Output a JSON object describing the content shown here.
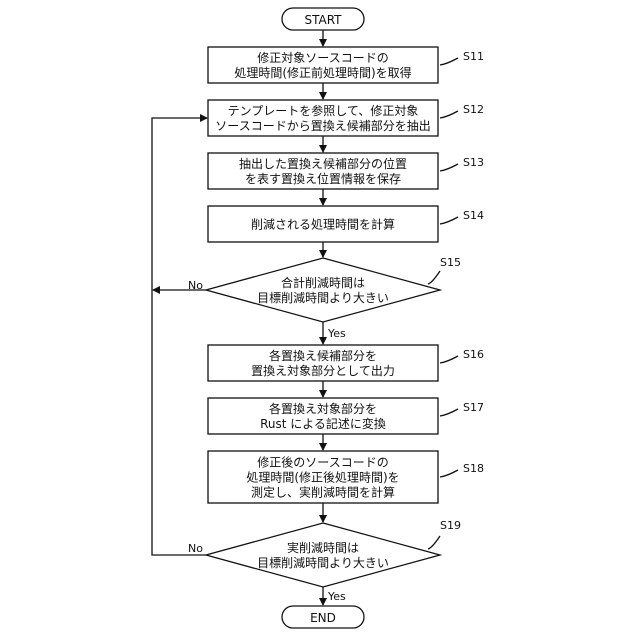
{
  "start": "START",
  "end": "END",
  "steps": [
    {
      "id": "S11",
      "lines": [
        "修正対象ソースコードの",
        "処理時間(修正前処理時間)を取得"
      ]
    },
    {
      "id": "S12",
      "lines": [
        "テンプレートを参照して、修正対象",
        "ソースコードから置換え候補部分を抽出"
      ]
    },
    {
      "id": "S13",
      "lines": [
        "抽出した置換え候補部分の位置",
        "を表す置換え位置情報を保存"
      ]
    },
    {
      "id": "S14",
      "lines": [
        "削減される処理時間を計算"
      ]
    },
    {
      "id": "S15",
      "lines": [
        "合計削減時間は",
        "目標削減時間より大きい"
      ]
    },
    {
      "id": "S16",
      "lines": [
        "各置換え候補部分を",
        "置換え対象部分として出力"
      ]
    },
    {
      "id": "S17",
      "lines": [
        "各置換え対象部分を",
        "Rust による記述に変換"
      ]
    },
    {
      "id": "S18",
      "lines": [
        "修正後のソースコードの",
        "処理時間(修正後処理時間)を",
        "測定し、実削減時間を計算"
      ]
    },
    {
      "id": "S19",
      "lines": [
        "実削減時間は",
        "目標削減時間より大きい"
      ]
    }
  ],
  "branch_labels": {
    "yes": "Yes",
    "no": "No"
  }
}
